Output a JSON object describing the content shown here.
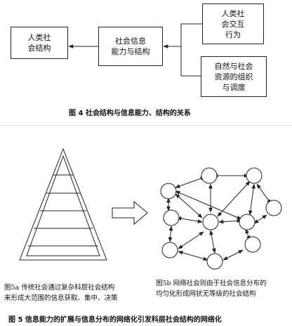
{
  "fig4": {
    "boxes": {
      "human_social_structure": "人类社\n会结构",
      "social_info_capability": "社会信息\n能力与结构",
      "human_social_interaction": "人类社\n会交互\n行为",
      "natural_social_resources": "自然与社会\n资源的组织\n与调度"
    },
    "caption": "图 4  社会结构与信息能力、结构的关系"
  },
  "fig5": {
    "note_a": "图5a  传统社会通过复杂科层社会结构\n来形成大范围的信息获取、集中、决策",
    "note_b": "图5b  网络社会则由于社会信息分布的\n均匀化形成网状无等级的社会结构",
    "caption": "图 5  信息能力的扩展与信息分布的网络化引发科层社会结构的网络化"
  },
  "colors": {
    "line": "#222222",
    "divider": "#e4e4e4"
  }
}
